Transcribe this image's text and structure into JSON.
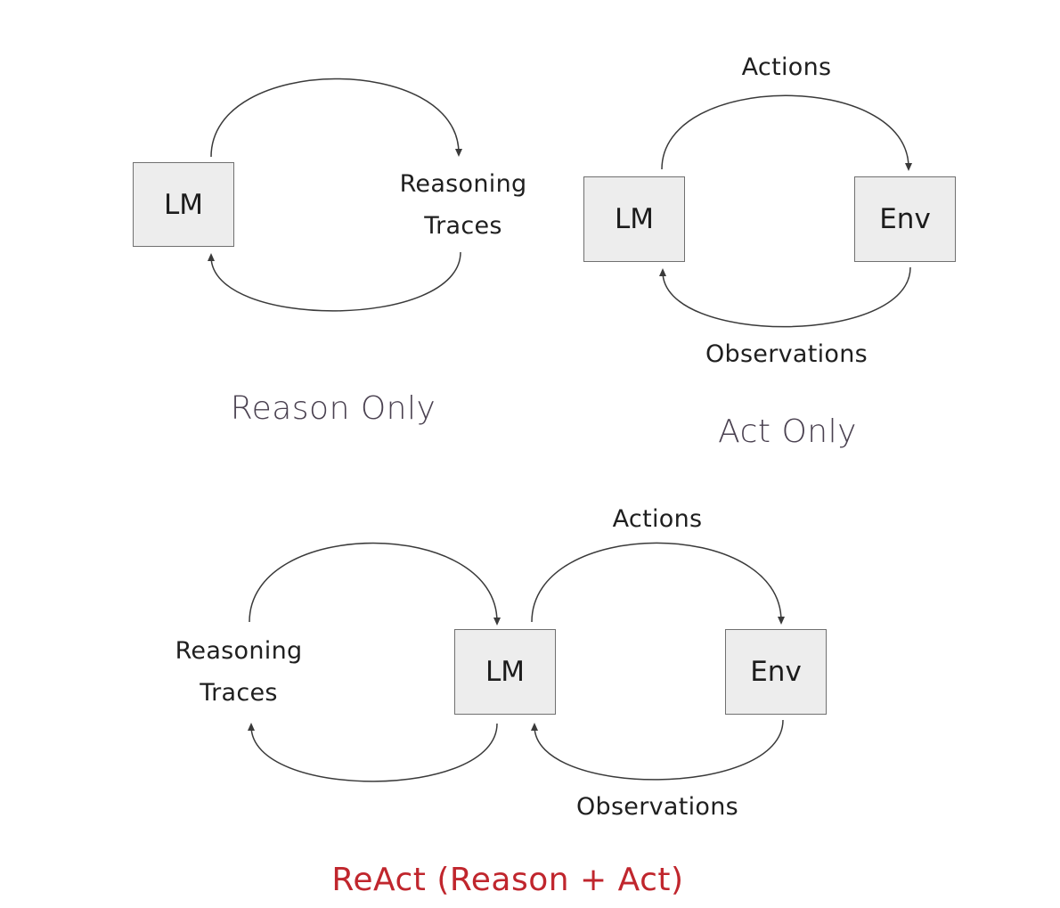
{
  "colors": {
    "box_fill": "#ededed",
    "box_border": "#707070",
    "arrow": "#3a3a3a",
    "caption": "#4a4150",
    "react_caption": "#c0262d"
  },
  "reason_only": {
    "lm_label": "LM",
    "traces_line1": "Reasoning",
    "traces_line2": "Traces",
    "caption": "Reason Only"
  },
  "act_only": {
    "lm_label": "LM",
    "env_label": "Env",
    "actions_label": "Actions",
    "observations_label": "Observations",
    "caption": "Act Only"
  },
  "react": {
    "lm_label": "LM",
    "env_label": "Env",
    "traces_line1": "Reasoning",
    "traces_line2": "Traces",
    "actions_label": "Actions",
    "observations_label": "Observations",
    "caption": "ReAct (Reason + Act)"
  }
}
